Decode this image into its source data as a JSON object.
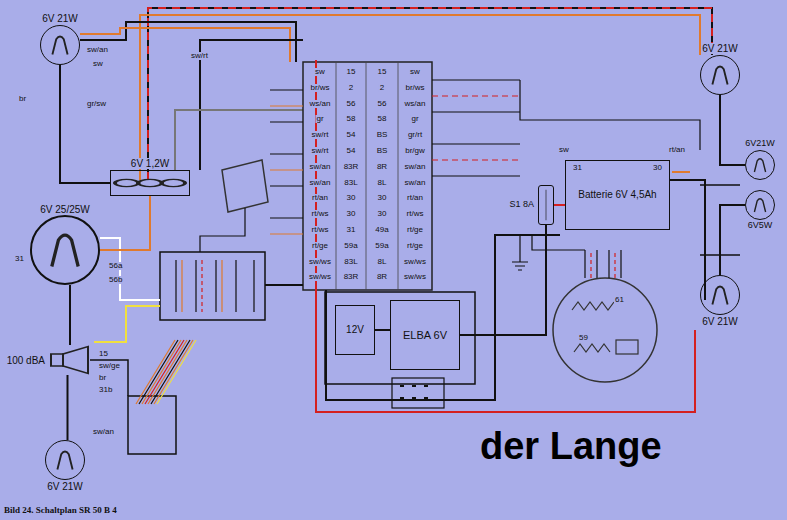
{
  "diagram": {
    "caption": "Bild 24. Schaltplan SR 50 B 4",
    "nodes": [
      {
        "text": [
          "6V 21W"
        ]
      },
      {
        "text": [
          "6V 1,2W"
        ]
      },
      {
        "text": [
          "6V 25/25W"
        ]
      },
      {
        "text": [
          "100 dBA"
        ]
      },
      {
        "text": [
          "6V 21W"
        ]
      },
      {
        "text": [
          "12V"
        ]
      },
      {
        "text": [
          "ELBA 6V"
        ]
      },
      {
        "text": [
          "S1 8A"
        ]
      },
      {
        "text": [
          "Batterie 6V 4,5Ah"
        ]
      },
      {
        "text": [
          "6V 21W"
        ]
      },
      {
        "text": [
          "6V21W"
        ]
      },
      {
        "text": [
          "6V5W"
        ]
      },
      {
        "text": [
          "6V 21W"
        ]
      }
    ],
    "edges": [
      {
        "from": 0,
        "to": 1,
        "arrow": "none"
      },
      {
        "from": 1,
        "to": 2,
        "arrow": "none"
      },
      {
        "from": 2,
        "to": 3,
        "arrow": "none"
      },
      {
        "from": 3,
        "to": 4,
        "arrow": "none"
      },
      {
        "from": 8,
        "to": 7,
        "arrow": "none"
      },
      {
        "from": 7,
        "to": 6,
        "arrow": "none"
      },
      {
        "from": 6,
        "to": 5,
        "arrow": "none"
      },
      {
        "from": 9,
        "to": 10,
        "arrow": "none"
      },
      {
        "from": 12,
        "to": 11,
        "arrow": "none"
      }
    ],
    "labels": [
      "sw",
      "15",
      "15",
      "sw",
      "br/ws",
      "2",
      "2",
      "br/ws",
      "ws/an",
      "56",
      "56",
      "ws/an",
      "gr",
      "58",
      "58",
      "gr",
      "sw/rt",
      "54",
      "BS",
      "gr/rt",
      "sw/rt",
      "54",
      "BS",
      "br/gw",
      "sw/an",
      "83R",
      "8R",
      "sw/an",
      "sw/an",
      "83L",
      "8L",
      "sw/an",
      "rt/an",
      "30",
      "30",
      "rt/an",
      "rt/ws",
      "30",
      "30",
      "rt/ws",
      "rt/ws",
      "31",
      "49a",
      "rt/ge",
      "rt/ge",
      "59a",
      "59a",
      "rt/ge",
      "sw/ws",
      "83L",
      "8L",
      "sw/ws",
      "sw/ws",
      "83R",
      "8R",
      "sw/ws",
      "sw/an",
      "sw",
      "br",
      "gr/sw",
      "sw/rt",
      "31",
      "56a",
      "56b",
      "15",
      "sw/ge",
      "br",
      "31b",
      "sw/an",
      "31",
      "30",
      "sw",
      "rt/an",
      "59",
      "61",
      "der Lange"
    ]
  }
}
